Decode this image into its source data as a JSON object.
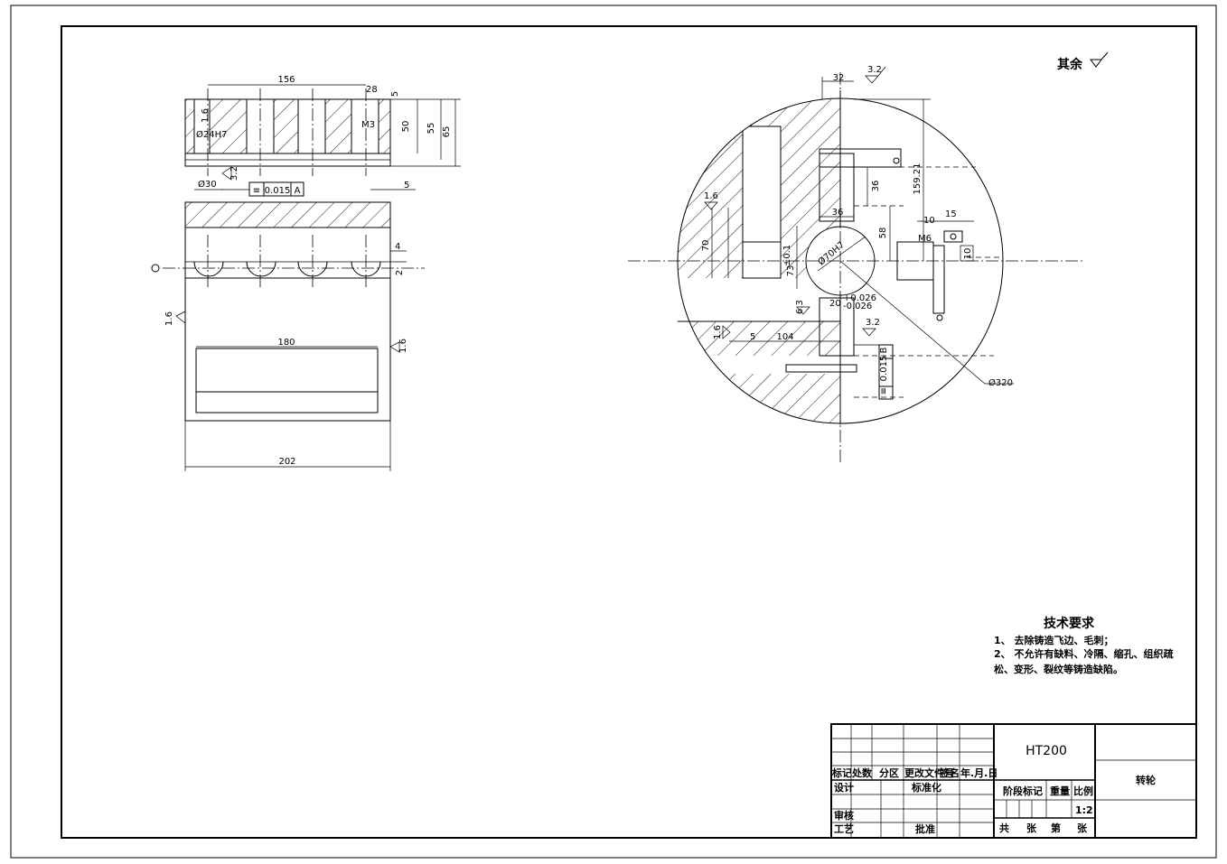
{
  "left_view": {
    "dims": {
      "d156": "156",
      "d5_top": "5",
      "d50": "50",
      "d55": "55",
      "d65": "65",
      "d28": "28",
      "m3": "M3",
      "ra16_top": "1.6",
      "d24h7": "Ø24H7",
      "d30": "Ø30",
      "ra32": "3.2",
      "tol_sym": "≡",
      "tol_val": "0.015",
      "tol_ref": "A",
      "d5_right": "5",
      "d4": "4",
      "d2": "2",
      "ra16_left": "1.6",
      "d180": "180",
      "ra16_right": "1.6",
      "d202": "202"
    }
  },
  "right_view": {
    "dims": {
      "d32": "32",
      "ra32_top": "3.2",
      "d15921": "159.21",
      "d36v": "36",
      "ra16": "1.6",
      "d36h": "36",
      "d58": "58",
      "d10": "10",
      "d15": "15",
      "m6": "M6",
      "d10v": "10",
      "d70": "70",
      "d73": "73",
      "tol_73": "±0.1",
      "d70h7": "Ø70H7",
      "ra63": "6.3",
      "d20": "20",
      "tol_20_up": "+0.026",
      "tol_20_dn": "-0.026",
      "ra32_mid": "3.2",
      "ra16_b": "1.6",
      "d5": "5",
      "d104": "104",
      "tol_sym": "≡",
      "tol_val": "0.015",
      "tol_ref": "B",
      "d320": "Ø320"
    }
  },
  "surface_note": {
    "label": "其余"
  },
  "tech_req": {
    "title": "技术要求",
    "line1": "1、  去除铸造飞边、毛刺；",
    "line2": "2、  不允许有缺料、冷隔、缩孔、组织疏",
    "line3": "松、变形、裂纹等铸造缺陷。"
  },
  "title_block": {
    "material": "HT200",
    "part_name": "转轮",
    "h_mark": "标记",
    "h_count": "处数",
    "h_zone": "分区",
    "h_docno": "更改文件号",
    "h_sign": "签名",
    "h_date": "年.月.日",
    "design": "设计",
    "standard": "标准化",
    "review": "审核",
    "craft": "工艺",
    "approve": "批准",
    "stage": "阶段标记",
    "weight": "重量",
    "scale": "比例",
    "scale_val": "1:2",
    "total": "共",
    "sheets1": "张",
    "nth": "第",
    "sheets2": "张"
  }
}
